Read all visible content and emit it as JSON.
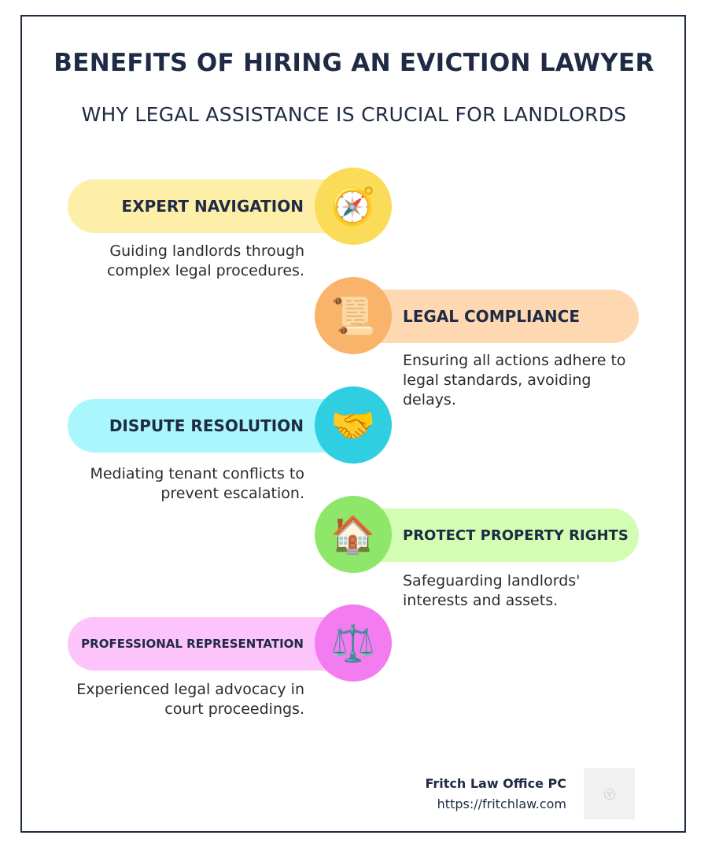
{
  "header": {
    "title": "BENEFITS OF HIRING AN EVICTION LAWYER",
    "subtitle": "WHY LEGAL ASSISTANCE IS CRUCIAL FOR LANDLORDS"
  },
  "items": [
    {
      "label": "EXPERT NAVIGATION",
      "description": "Guiding landlords through complex legal procedures.",
      "icon": "compass-icon",
      "glyph": "🧭",
      "pill_color": "#fdeea8",
      "circle_color": "#fbdc59"
    },
    {
      "label": "LEGAL COMPLIANCE",
      "description": "Ensuring all actions adhere to legal standards, avoiding delays.",
      "icon": "scroll-icon",
      "glyph": "📜",
      "pill_color": "#fed8b0",
      "circle_color": "#f9b36b"
    },
    {
      "label": "DISPUTE RESOLUTION",
      "description": "Mediating tenant conflicts to prevent escalation.",
      "icon": "handshake-icon",
      "glyph": "🤝",
      "pill_color": "#a9f6fd",
      "circle_color": "#2fcfe1"
    },
    {
      "label": "PROTECT PROPERTY RIGHTS",
      "description": "Safeguarding landlords' interests and assets.",
      "icon": "house-icon",
      "glyph": "🏠",
      "pill_color": "#d2fdb2",
      "circle_color": "#8fe769"
    },
    {
      "label": "PROFESSIONAL REPRESENTATION",
      "description": "Experienced legal advocacy in court proceedings.",
      "icon": "scales-icon",
      "glyph": "⚖️",
      "pill_color": "#fdc4fb",
      "circle_color": "#f37cf0"
    }
  ],
  "footer": {
    "company": "Fritch Law Office PC",
    "url": "https://fritchlaw.com",
    "logo_icon": "firm-logo-icon"
  }
}
